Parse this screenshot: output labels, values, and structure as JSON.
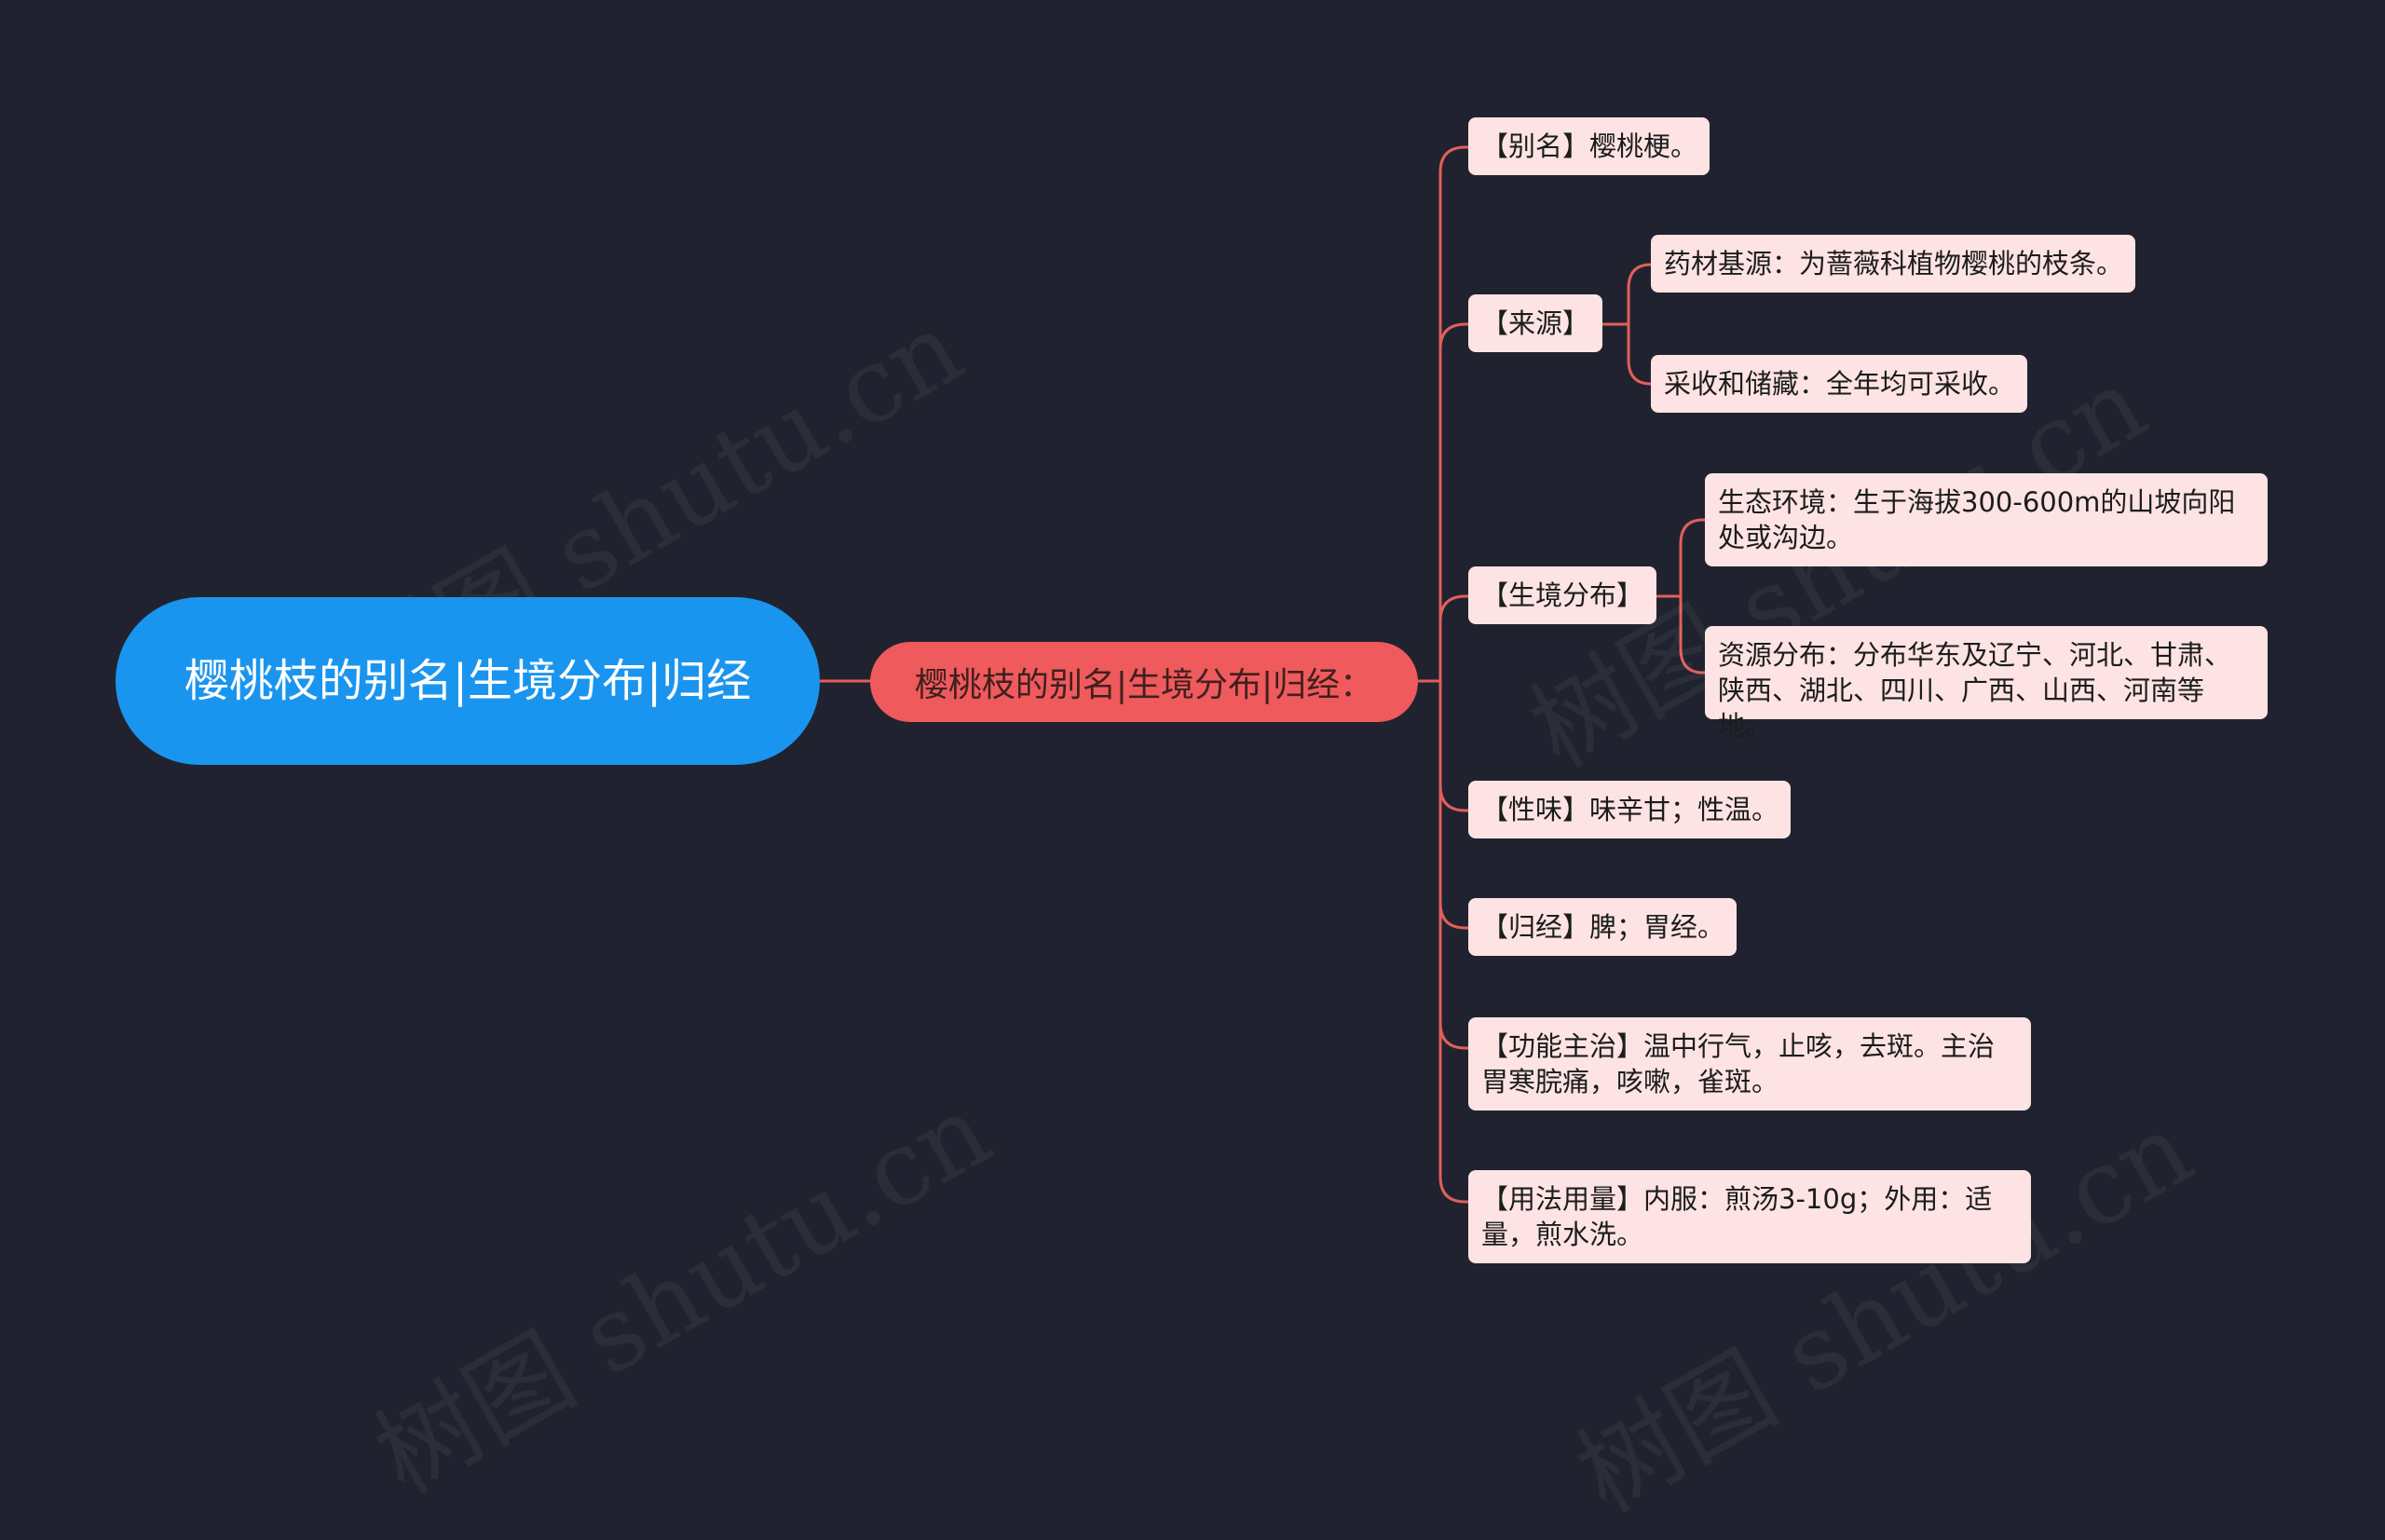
{
  "root": {
    "label": "樱桃枝的别名|生境分布|归经"
  },
  "hub": {
    "label": "樱桃枝的别名|生境分布|归经："
  },
  "nodes": {
    "alias": "【别名】樱桃梗。",
    "source": "【来源】",
    "source_material": "药材基源：为蔷薇科植物樱桃的枝条。",
    "source_harvest": "采收和储藏：全年均可采收。",
    "habitat": "【生境分布】",
    "habitat_env": "生态环境：生于海拔300-600m的山坡向阳处或沟边。",
    "habitat_dist": "资源分布：分布华东及辽宁、河北、甘肃、陕西、湖北、四川、广西、山西、河南等地。",
    "taste": "【性味】味辛甘；性温。",
    "meridian": "【归经】脾；胃经。",
    "function": "【功能主治】温中行气，止咳，去斑。主治胃寒脘痛，咳嗽，雀斑。",
    "usage": "【用法用量】内服：煎汤3-10g；外用：适量，煎水洗。"
  },
  "watermark": "树图 shutu.cn",
  "colors": {
    "background": "#20232f",
    "root": "#1a95ef",
    "hub": "#ef5a5d",
    "leaf": "#fde3e3",
    "connector": "#e15f5b"
  }
}
